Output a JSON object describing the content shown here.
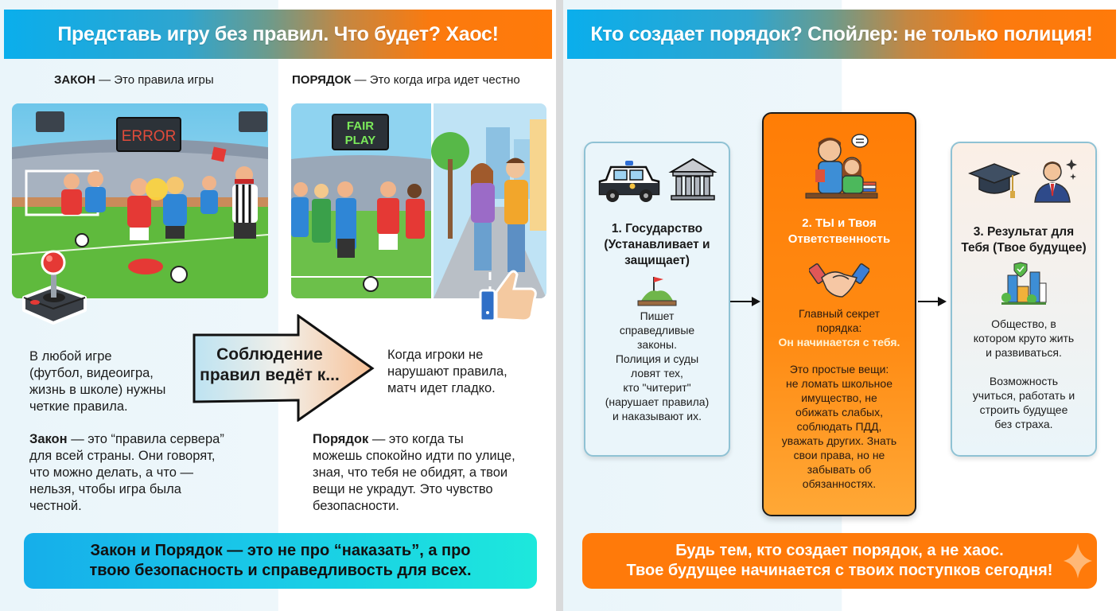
{
  "left_panel": {
    "banner_title": "Представь игру без правил. Что будет? Хаос!",
    "law_heading": {
      "term": "ЗАКОН",
      "definition": "— Это правила игры"
    },
    "order_heading": {
      "term": "ПОРЯДОК",
      "definition": "— Это когда игра идет честно"
    },
    "chaos_illustration": {
      "scoreboard_text": "ERROR",
      "icon": "joystick-icon"
    },
    "fairplay_illustration": {
      "scoreboard_text_line1": "FAIR",
      "scoreboard_text_line2": "PLAY",
      "icon": "thumbs-up-icon"
    },
    "arrow_label_line1": "Соблюдение",
    "arrow_label_line2": "правил ведёт к...",
    "intro_text": [
      "В любой игре",
      "(футбол, видеоигра,",
      "жизнь в школе) нужны",
      "четкие правила."
    ],
    "law_text": {
      "term": "Закон",
      "lines": [
        " — это “правила сервера”",
        "для всей страны. Они говорят,",
        "что можно делать, а что —",
        "нельзя, чтобы игра была",
        "честной."
      ]
    },
    "smooth_text": [
      "Когда игроки не",
      "нарушают правила,",
      "матч идет гладко."
    ],
    "order_text": {
      "term": "Порядок",
      "lines": [
        " — это когда ты",
        "можешь спокойно идти по улице,",
        "зная, что тебя не обидят, а твои",
        "вещи не украдут. Это чувство",
        "безопасности."
      ]
    },
    "footer_line1": "Закон и Порядок — это не про “наказать”, а про",
    "footer_line2": "твою безопасность и справедливость для всех."
  },
  "right_panel": {
    "banner_title": "Кто создает порядок? Спойлер: не только полиция!",
    "cards": [
      {
        "title_lines": [
          "1. Государство",
          "(Устанавливает и",
          "защищает)"
        ],
        "icons": [
          "police-car-icon",
          "government-building-icon",
          "flag-hill-icon"
        ],
        "text_lines": [
          "Пишет",
          "справедливые",
          "законы.",
          "Полиция и суды",
          "ловят тех,",
          "кто \"читерит\"",
          "(нарушает правила)",
          "и наказывают их."
        ]
      },
      {
        "title_lines": [
          "2. ТЫ и Твоя",
          "Ответственность"
        ],
        "icons": [
          "students-icon",
          "handshake-icon"
        ],
        "lead_lines": [
          "Главный секрет",
          "порядка:"
        ],
        "highlight": "Он начинается с тебя.",
        "text_lines": [
          "Это простые вещи:",
          "не ломать школьное",
          "имущество, не",
          "обижать слабых,",
          "соблюдать ПДД,",
          "уважать других. Знать",
          "свои права, но не",
          "забывать об",
          "обязанностях."
        ]
      },
      {
        "title_lines": [
          "3. Результат для",
          "Тебя (Твое будущее)"
        ],
        "icons": [
          "graduation-cap-icon",
          "professional-icon",
          "safe-city-icon"
        ],
        "text_lines": [
          "Общество, в",
          "котором круто жить",
          "и развиваться."
        ],
        "text2_lines": [
          "Возможность",
          "учиться, работать и",
          "строить будущее",
          "без страха."
        ]
      }
    ],
    "footer_line1": "Будь тем, кто создает порядок, а не хаос.",
    "footer_line2": "Твое будущее начинается с твоих поступков сегодня!"
  },
  "colors": {
    "banner_blue": "#0aaeec",
    "banner_orange": "#ff7a0a",
    "card_orange": "#ff8a12",
    "card_border": "#8fc2d4",
    "footer_cyan": "#1fe6dd"
  }
}
